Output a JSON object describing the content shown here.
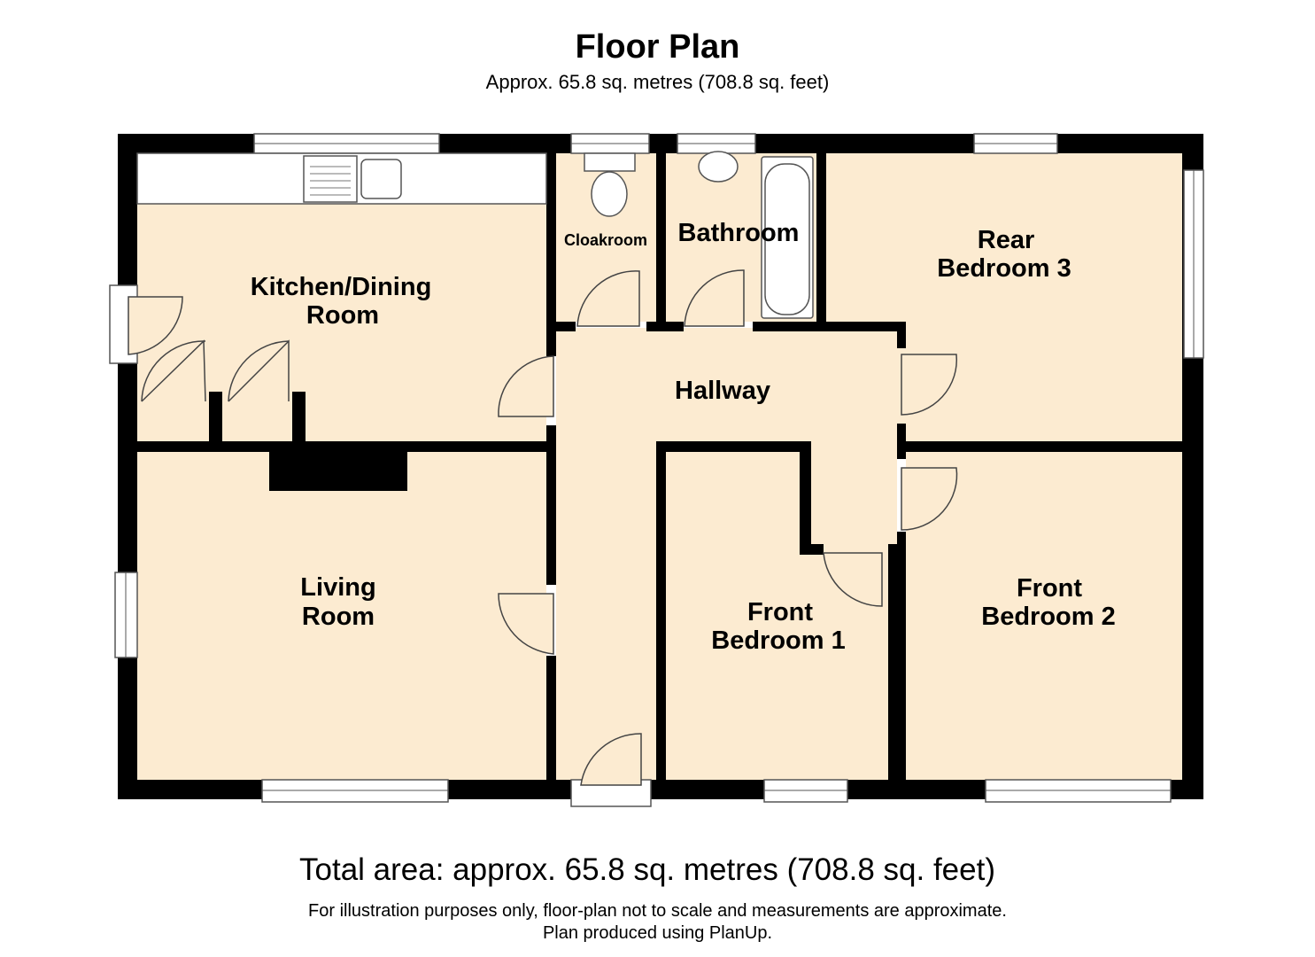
{
  "header": {
    "title": "Floor Plan",
    "subtitle": "Approx. 65.8 sq. metres (708.8 sq. feet)"
  },
  "rooms": {
    "kitchen": {
      "line1": "Kitchen/Dining",
      "line2": "Room"
    },
    "cloakroom": {
      "line1": "Cloakroom"
    },
    "bathroom": {
      "line1": "Bathroom"
    },
    "rear_bedroom_3": {
      "line1": "Rear",
      "line2": "Bedroom 3"
    },
    "hallway": {
      "line1": "Hallway"
    },
    "living_room": {
      "line1": "Living",
      "line2": "Room"
    },
    "front_bedroom_1": {
      "line1": "Front",
      "line2": "Bedroom 1"
    },
    "front_bedroom_2": {
      "line1": "Front",
      "line2": "Bedroom 2"
    }
  },
  "footer": {
    "total_area": "Total area: approx. 65.8 sq. metres (708.8 sq. feet)",
    "disclaimer": "For illustration purposes only, floor-plan not to scale and measurements are approximate.",
    "credit": "Plan produced using PlanUp."
  },
  "colors": {
    "floor": "#fcebd1",
    "wall": "#000000",
    "fixture": "#ffffff"
  }
}
